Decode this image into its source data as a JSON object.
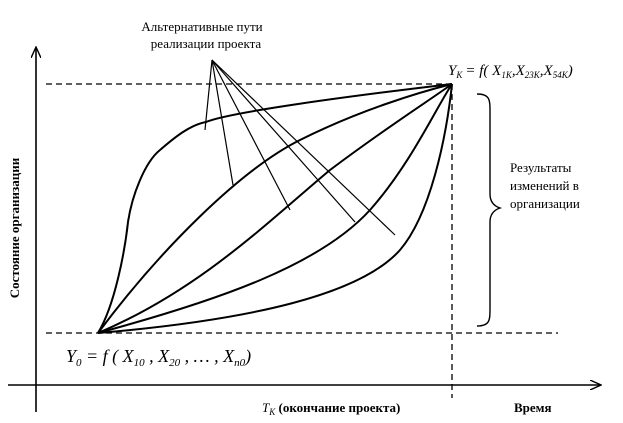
{
  "diagram": {
    "y_axis_label": "Состояние организации",
    "x_axis_label": "Время",
    "tk_label": {
      "main": "T",
      "sub": "K",
      "rest": " (окончание проекта)"
    },
    "paths_label": [
      "Альтернативные пути",
      "реализации проекта"
    ],
    "results_label": [
      "Результаты",
      "изменений в",
      "организации"
    ],
    "final_state": {
      "lhs": "Y",
      "lhs_sub": "K",
      "rhs": "= f( X",
      "s1": "1K",
      "sep1": ",X",
      "s2": "23K",
      "sep2": ",X",
      "s3": "54K",
      "tail": ")"
    },
    "initial_state": {
      "lhs": "Y",
      "lhs_sub": "0",
      "rhs": " = f ( X",
      "s1": "10",
      "sep1": " , X",
      "s2": "20",
      "sep2": " , … , X",
      "s3": "n0",
      "tail": ")"
    }
  }
}
